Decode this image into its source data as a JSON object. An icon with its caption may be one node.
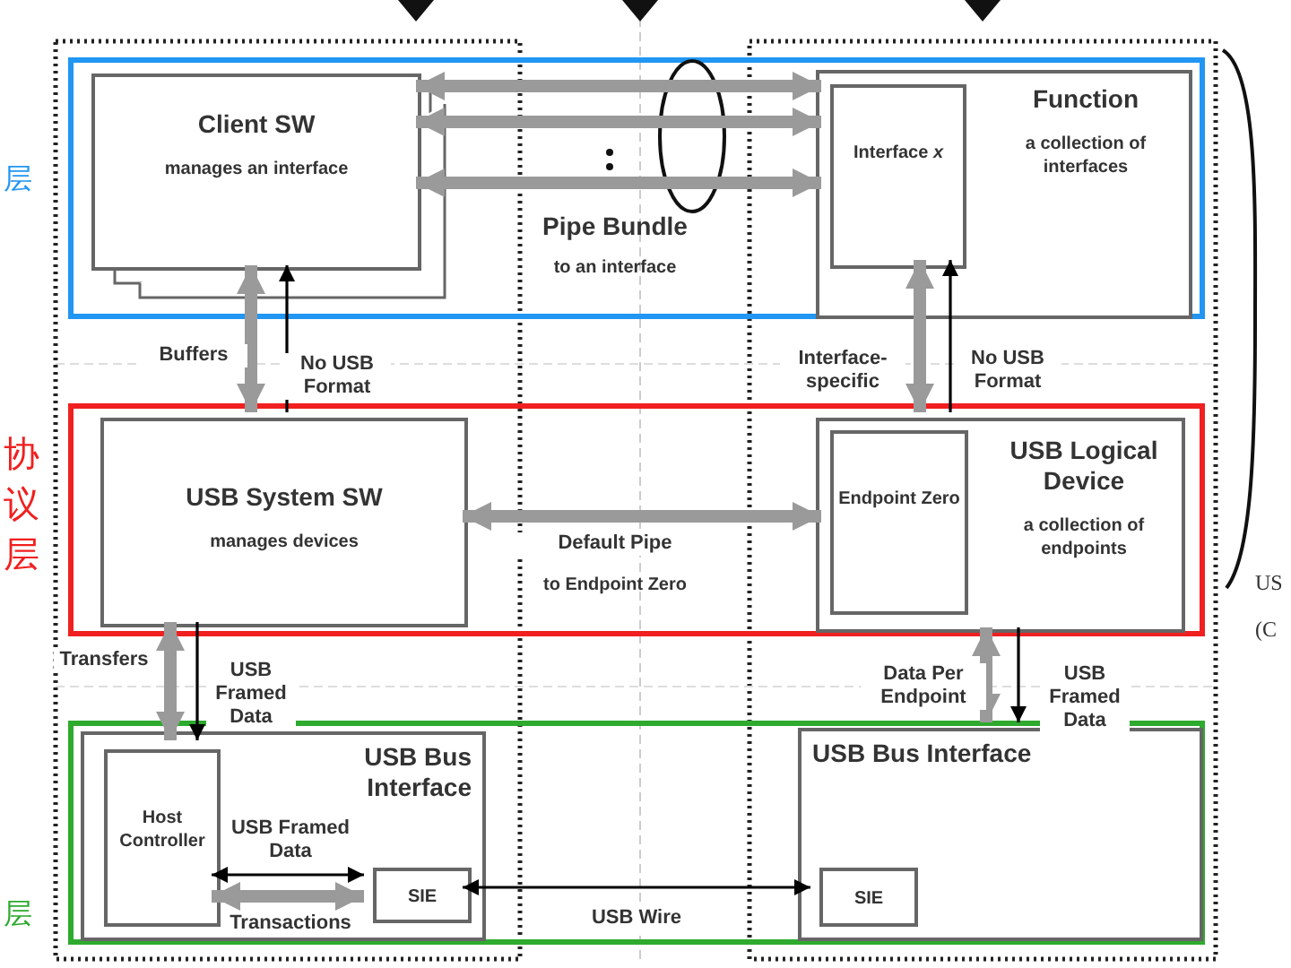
{
  "diagram": {
    "nodes": [
      {
        "text": [],
        "shape": "box"
      },
      {
        "text": [
          "Client SW",
          "manages an interface"
        ],
        "in": 0
      },
      {
        "text": [
          "Function",
          "a collection of interfaces"
        ],
        "in": 0
      },
      {
        "text": [
          "Interface *x*"
        ],
        "in": 2
      },
      {
        "text": [],
        "shape": "box"
      },
      {
        "text": [
          "USB System SW",
          "manages devices"
        ],
        "in": 4
      },
      {
        "text": [
          "USB Logical Device",
          "a collection of endpoints"
        ],
        "in": 4
      },
      {
        "text": [
          "Endpoint Zero"
        ],
        "in": 6
      },
      {
        "text": [],
        "shape": "box"
      },
      {
        "text": [
          "USB Bus Interface"
        ],
        "in": 8
      },
      {
        "text": [
          "Host Controller"
        ],
        "in": 9
      },
      {
        "text": [
          "SIE"
        ],
        "in": 9
      },
      {
        "text": [
          "USB Bus Interface"
        ],
        "in": 8
      },
      {
        "text": [
          "SIE"
        ],
        "in": 12
      }
    ],
    "edges": [
      {
        "from": 3,
        "to": 1,
        "arrow": "both"
      },
      {
        "from": 3,
        "to": 1,
        "arrow": "both"
      },
      {
        "from": 3,
        "to": 1,
        "arrow": "both"
      },
      {
        "from": 5,
        "to": 1,
        "arrow": "both",
        "label": "Buffers"
      },
      {
        "from": 5,
        "to": 1,
        "arrow": "to",
        "color": "#000000",
        "label": "No USB Format"
      },
      {
        "from": 6,
        "to": 3,
        "arrow": "both",
        "label": "Interface-specific"
      },
      {
        "from": 6,
        "to": 3,
        "arrow": "to",
        "color": "#000000",
        "label": "No USB Format"
      },
      {
        "from": 7,
        "to": 5,
        "arrow": "both",
        "label": "Default Pipe"
      },
      {
        "from": 10,
        "to": 5,
        "arrow": "both",
        "label": "Transfers"
      },
      {
        "from": 5,
        "to": 10,
        "arrow": "to",
        "color": "#000000",
        "label": "USB Framed Data"
      },
      {
        "from": 12,
        "to": 6,
        "arrow": "both",
        "label": "Data Per Endpoint"
      },
      {
        "from": 6,
        "to": 12,
        "arrow": "to",
        "color": "#000000",
        "label": "USB Framed Data"
      },
      {
        "from": 10,
        "to": 11,
        "arrow": "both",
        "color": "#000000",
        "label": "USB Framed Data"
      },
      {
        "from": 10,
        "to": 11,
        "arrow": "both",
        "label": "Transactions"
      },
      {
        "from": 11,
        "to": 13,
        "arrow": "both",
        "color": "#000000",
        "label": "USB Wire"
      }
    ],
    "labels": [
      "层",
      "协议层",
      "层",
      "Pipe Bundle",
      "to an interface",
      "to Endpoint Zero",
      "US",
      "(C"
    ]
  }
}
